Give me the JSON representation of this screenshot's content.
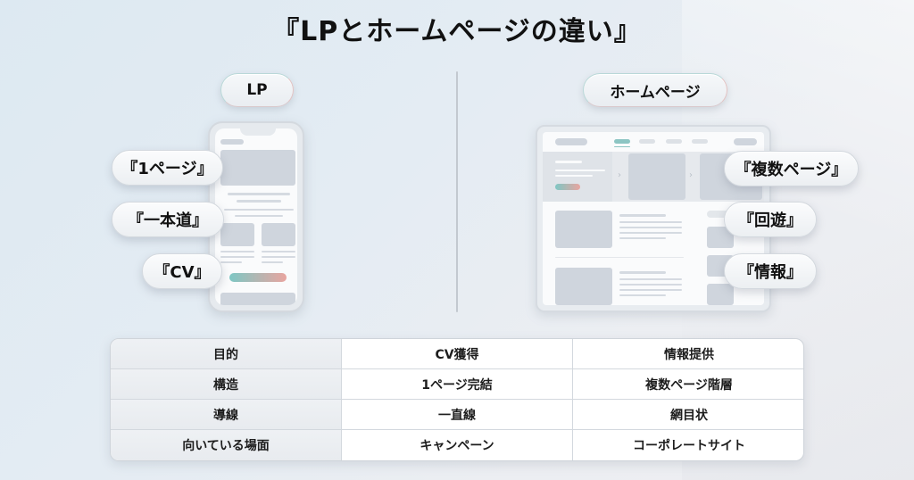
{
  "title": "『LPとホームページの違い』",
  "lp": {
    "label": "LP",
    "tags": [
      "『1ページ』",
      "『一本道』",
      "『CV』"
    ]
  },
  "homepage": {
    "label": "ホームページ",
    "tags": [
      "『複数ページ』",
      "『回遊』",
      "『情報』"
    ]
  },
  "colors": {
    "accent_teal": "#7ec7c4",
    "accent_coral": "#e9a5a0",
    "placeholder_gray": "#cfd5dd",
    "background": "#e4ecf3"
  },
  "comparison_table": {
    "columns": [
      "",
      "LP",
      "ホームページ"
    ],
    "rows": [
      {
        "label": "目的",
        "lp": "CV獲得",
        "homepage": "情報提供"
      },
      {
        "label": "構造",
        "lp": "1ページ完結",
        "homepage": "複数ページ階層"
      },
      {
        "label": "導線",
        "lp": "一直線",
        "homepage": "網目状"
      },
      {
        "label": "向いている場面",
        "lp": "キャンペーン",
        "homepage": "コーポレートサイト"
      }
    ]
  }
}
